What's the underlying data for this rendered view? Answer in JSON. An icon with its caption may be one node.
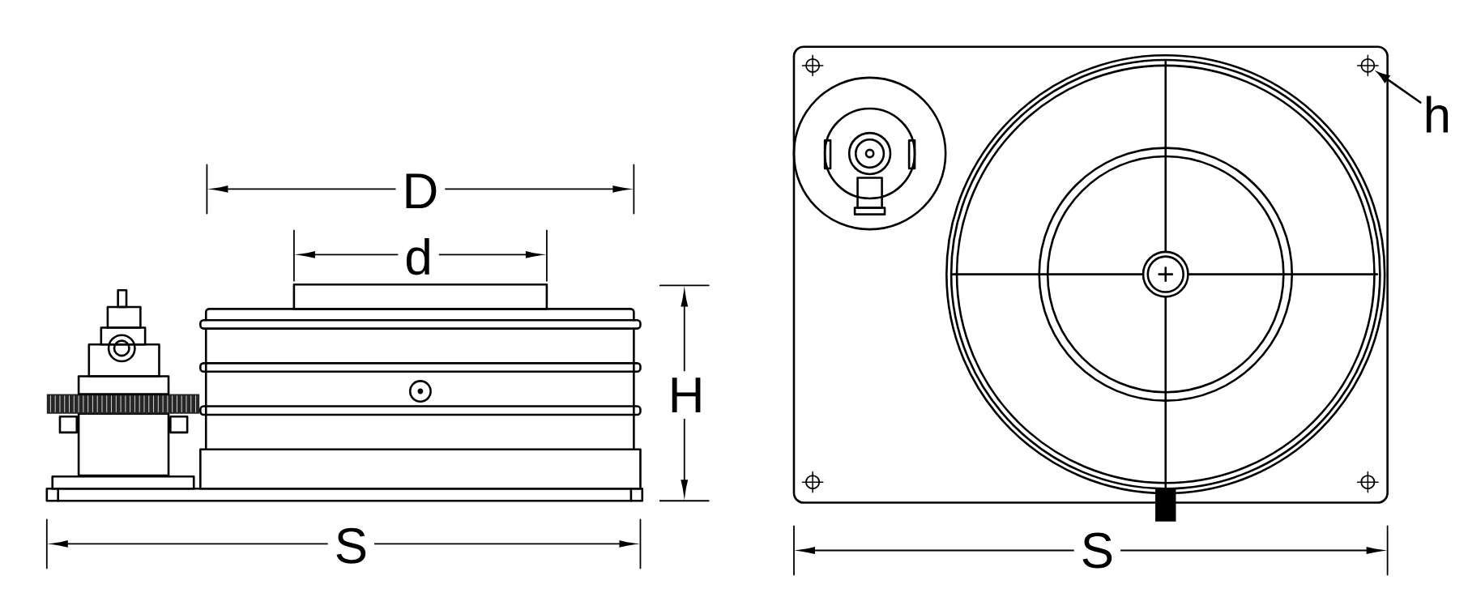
{
  "diagram": {
    "nodes": [
      {
        "text": [
          "h"
        ]
      },
      {
        "text": [],
        "shape": "circle"
      }
    ],
    "edges": [
      {
        "from": 0,
        "to": 1,
        "arrow": "to"
      }
    ],
    "labels": [
      "D",
      "d",
      "H",
      "S",
      "S"
    ]
  }
}
